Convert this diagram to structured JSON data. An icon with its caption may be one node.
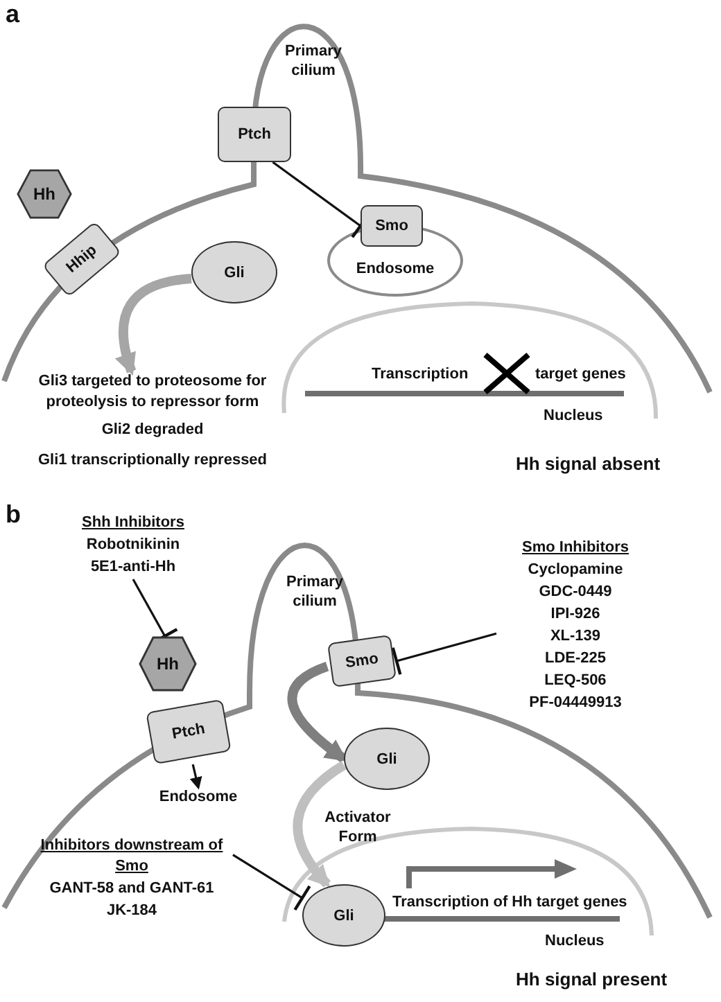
{
  "diagram": {
    "nodes": [
      {
        "text": [
          "Hh"
        ]
      },
      {
        "text": [
          "Hhip"
        ]
      },
      {
        "text": [
          "Ptch"
        ]
      },
      {
        "text": [
          "Smo"
        ]
      },
      {
        "text": [
          "Endosome"
        ]
      },
      {
        "text": [
          "Gli"
        ]
      },
      {
        "text": [
          "Gli3 targeted to proteosome for proteolysis to repressor form"
        ]
      },
      {
        "text": [
          "Shh Inhibitors",
          "Robotnikinin",
          "5E1-anti-Hh"
        ]
      },
      {
        "text": [
          "Hh"
        ]
      },
      {
        "text": [
          "Ptch"
        ]
      },
      {
        "text": [
          "Endosome"
        ]
      },
      {
        "text": [
          "Smo"
        ]
      },
      {
        "text": [
          "Smo Inhibitors",
          "Cyclopamine",
          "GDC-0449",
          "IPI-926",
          "XL-139",
          "LDE-225",
          "LEQ-506",
          "PF-04449913"
        ]
      },
      {
        "text": [
          "Gli"
        ]
      },
      {
        "text": [
          "Inhibitors downstream of Smo",
          "GANT-58 and GANT-61",
          "JK-184"
        ]
      },
      {
        "text": [
          "Gli"
        ]
      }
    ],
    "edges": [
      {
        "from": 2,
        "to": 3,
        "arrow": "other"
      },
      {
        "from": 5,
        "to": 6,
        "arrow": "to",
        "style": "thick",
        "color": "#a6a6a6"
      },
      {
        "from": 7,
        "to": 8,
        "arrow": "other"
      },
      {
        "from": 9,
        "to": 10,
        "arrow": "to"
      },
      {
        "from": 12,
        "to": 11,
        "arrow": "other"
      },
      {
        "from": 11,
        "to": 13,
        "arrow": "to",
        "style": "thick",
        "color": "#7f7f7f"
      },
      {
        "from": 13,
        "to": 15,
        "arrow": "to",
        "style": "thick",
        "color": "#bfbfbf"
      },
      {
        "from": 14,
        "to": 15,
        "arrow": "other"
      }
    ],
    "labels": [
      "a",
      "Primary cilium",
      "Gli2 degraded",
      "Gli1 transcriptionally repressed",
      "Transcription",
      "target genes",
      "Nucleus",
      "Hh signal absent",
      "b",
      "Primary cilium",
      "Activator Form",
      "Transcription of Hh target genes",
      "Nucleus",
      "Hh signal present"
    ]
  }
}
